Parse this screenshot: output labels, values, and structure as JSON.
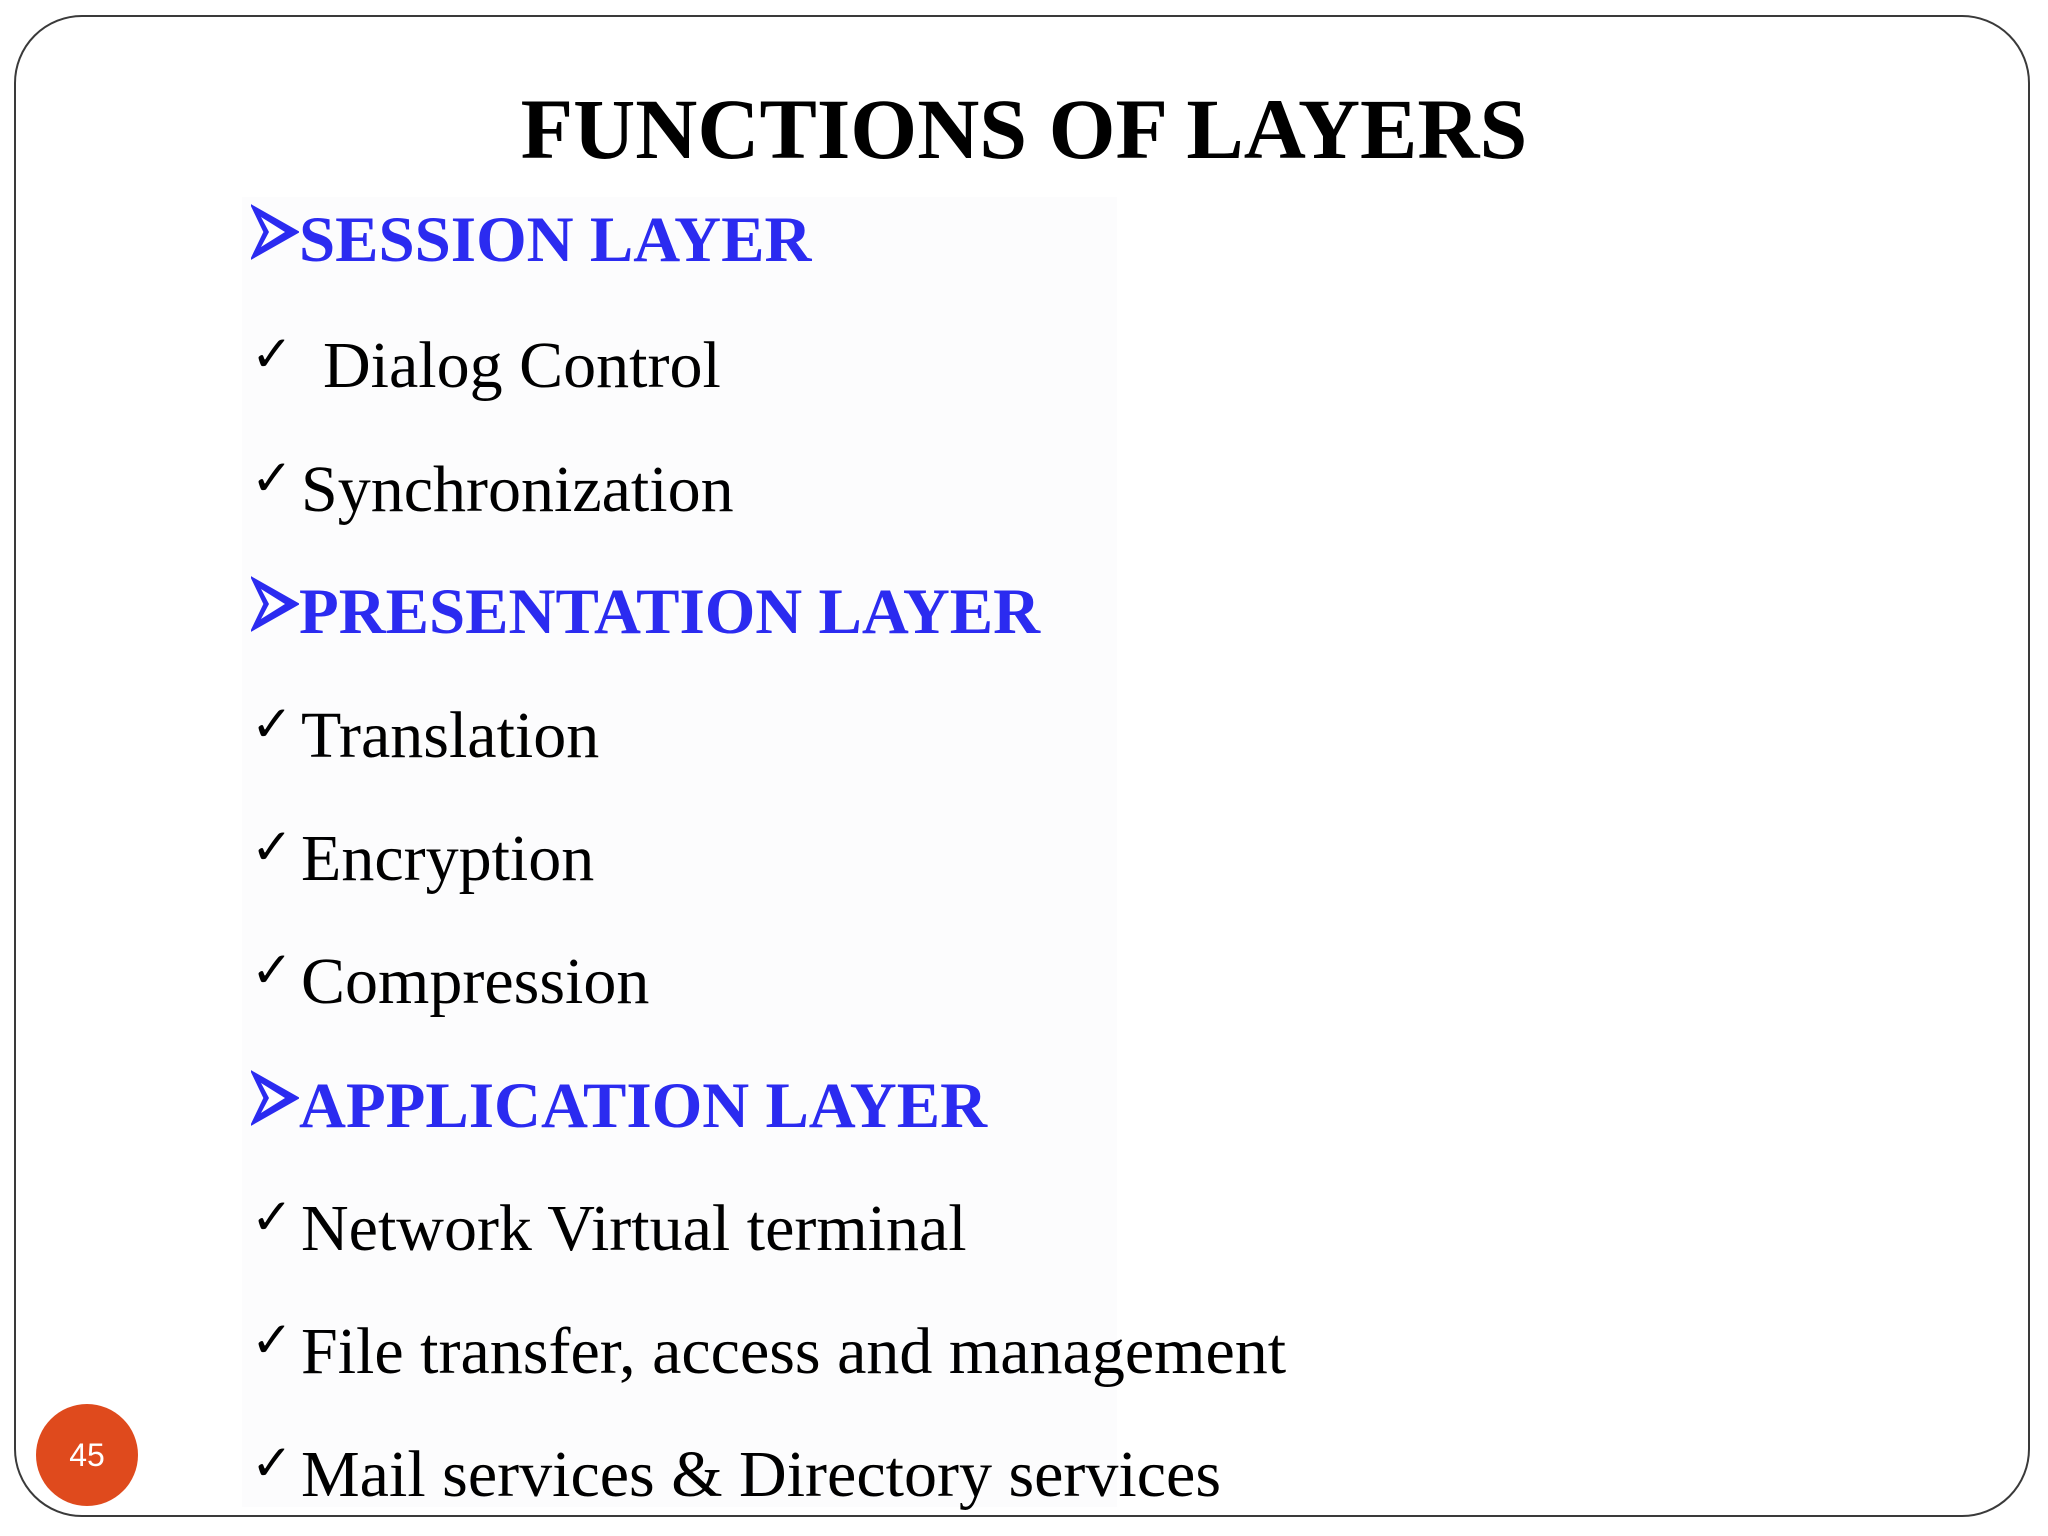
{
  "slide": {
    "title": "FUNCTIONS OF LAYERS",
    "page_number": "45",
    "accent_color": "#2b2bf0",
    "badge_color": "#df4a1d",
    "sections": [
      {
        "heading": "SESSION LAYER",
        "items": [
          "Dialog Control",
          "Synchronization"
        ]
      },
      {
        "heading": "PRESENTATION LAYER",
        "items": [
          "Translation",
          "Encryption",
          "Compression"
        ]
      },
      {
        "heading": "APPLICATION LAYER",
        "items": [
          "Network Virtual terminal",
          "File transfer, access and management",
          "Mail services & Directory services"
        ]
      }
    ],
    "heading_bullet_icon": "arrowhead-bullet-icon",
    "item_bullet_icon": "checkmark-icon",
    "check_glyph": "✓"
  }
}
